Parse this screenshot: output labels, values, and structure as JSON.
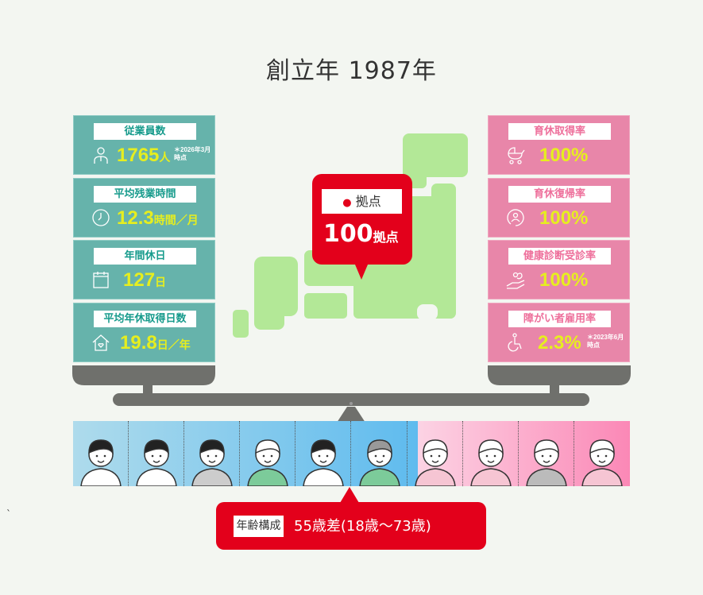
{
  "title": "創立年 1987年",
  "stray_mark": "`",
  "left_panels": [
    {
      "label": "従業員数",
      "value": "1765",
      "unit": "人",
      "note": "＊2026年3月時点",
      "icon": "employee-icon"
    },
    {
      "label": "平均残業時間",
      "value": "12.3",
      "unit": "時間／月",
      "icon": "clock-icon"
    },
    {
      "label": "年間休日",
      "value": "127",
      "unit": "日",
      "icon": "calendar-icon"
    },
    {
      "label": "平均年休取得日数",
      "value": "19.8",
      "unit": "日／年",
      "icon": "house-heart-icon"
    }
  ],
  "right_panels": [
    {
      "label": "育休取得率",
      "value": "100%",
      "icon": "stroller-icon"
    },
    {
      "label": "育休復帰率",
      "value": "100%",
      "icon": "return-person-icon"
    },
    {
      "label": "健康診断受診率",
      "value": "100%",
      "icon": "stethoscope-hand-icon"
    },
    {
      "label": "障がい者雇用率",
      "value": "2.3%",
      "note": "＊2023年6月時点",
      "icon": "wheelchair-icon"
    }
  ],
  "locations": {
    "label": "拠点",
    "value": "100",
    "unit": "拠点",
    "icon": "map-pin-icon"
  },
  "age": {
    "label": "年齢構成",
    "value": "55歳差(18歳～73歳)"
  },
  "colors": {
    "teal": "#66b3ab",
    "pink": "#e886a9",
    "red": "#e3001b",
    "map": "#b3e897",
    "value": "#e6ee1f",
    "scale": "#6f706c"
  }
}
